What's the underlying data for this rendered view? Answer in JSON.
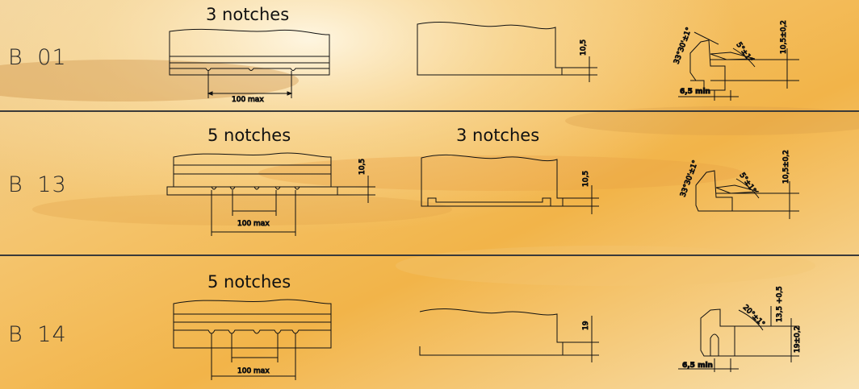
{
  "rows": [
    {
      "code": "B 01",
      "left_notches": "3 notches",
      "left_dimension": "100 max",
      "mid_height": "10,5",
      "angle_left": "33°30'±1°",
      "angle_right": "5°±1°",
      "height_tol": "10,5±0,2",
      "min_width": "6,5 min"
    },
    {
      "code": "B 13",
      "left_notches": "5 notches",
      "mid_notches": "3 notches",
      "left_dimension": "100 max",
      "left_height": "10,5",
      "mid_height": "10,5",
      "angle_left": "33°30'±1°",
      "angle_right": "5°±1°",
      "height_tol": "10,5±0,2"
    },
    {
      "code": "B 14",
      "left_notches": "5 notches",
      "left_dimension": "100 max",
      "mid_height": "19",
      "angle_right": "20°±1°",
      "height_tol": "13,5 +0,5",
      "height_tol2": "19±0,2",
      "min_width": "6,5 min"
    }
  ],
  "colors": {
    "sky_top": "#f3d79a",
    "sky_mid": "#f0b34a",
    "sky_bottom": "#f8e3b4",
    "line": "#111111",
    "divider": "#3a3a3a"
  }
}
